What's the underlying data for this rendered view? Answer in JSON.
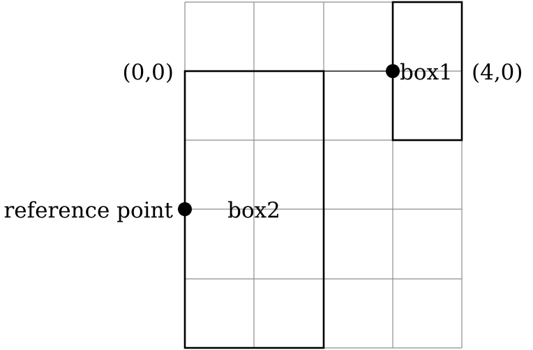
{
  "labels": {
    "origin": "(0,0)",
    "right_point": "(4,0)",
    "box1": "box1",
    "box2": "box2",
    "reference_point": "reference point"
  },
  "colors": {
    "grid": "#8c8c8c",
    "stroke": "#000000",
    "background": "#ffffff"
  }
}
